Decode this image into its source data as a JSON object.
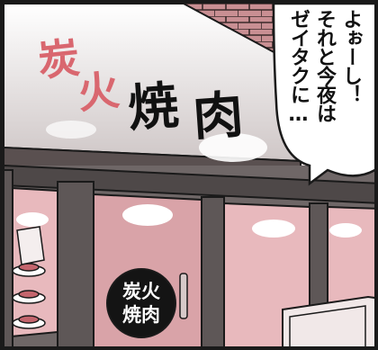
{
  "sign": {
    "char1": "炭",
    "char2": "火",
    "char3": "焼",
    "char4": "肉"
  },
  "speech_bubble": {
    "lines": [
      "よぉーし！",
      "それと今夜は",
      "ゼイタクに…"
    ]
  },
  "door_sign": {
    "line1": "炭火",
    "line2": "焼肉"
  },
  "colors": {
    "sign_red": "#d9676f",
    "storefront_pink": "#e8b9bd",
    "ink": "#111111"
  }
}
